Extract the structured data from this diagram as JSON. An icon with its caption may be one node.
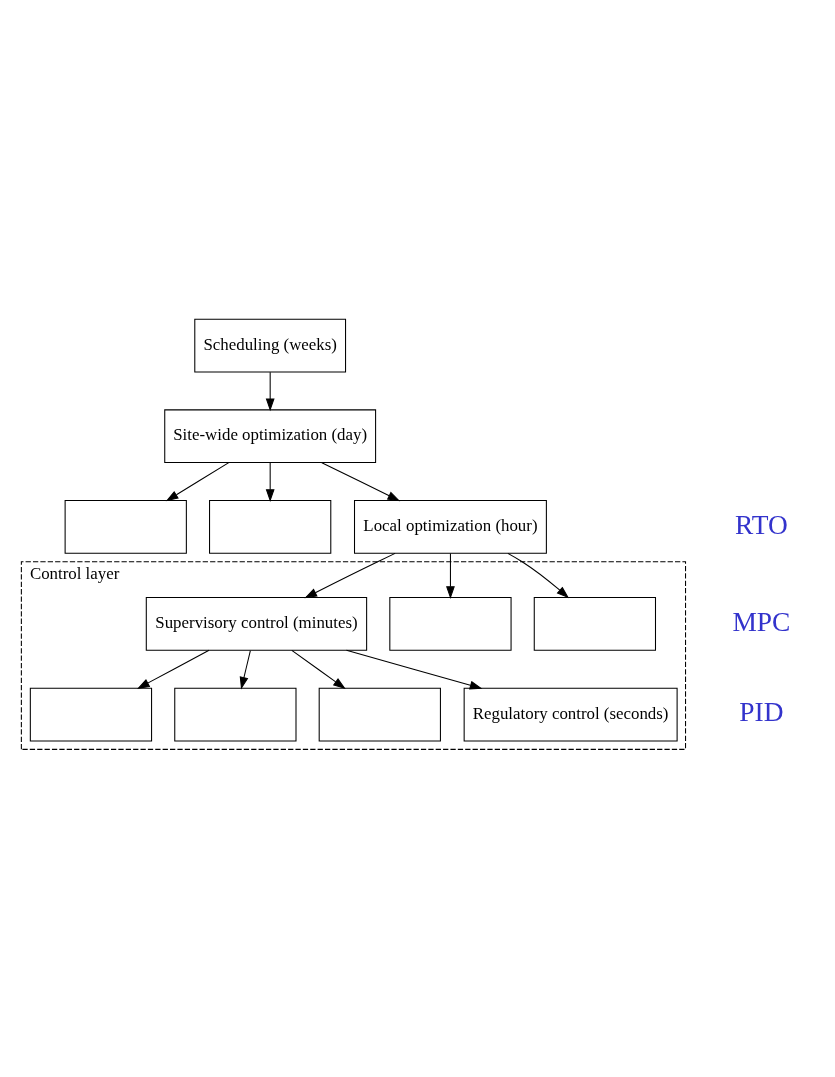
{
  "diagram": {
    "nodes": [
      {
        "text": [
          "Scheduling (weeks)"
        ]
      },
      {
        "text": [
          "Site-wide optimization (day)"
        ]
      },
      {
        "text": [],
        "shape": "box"
      },
      {
        "text": [],
        "shape": "box"
      },
      {
        "text": [
          "Local optimization (hour)"
        ]
      },
      {
        "text": [
          "Control layer"
        ]
      },
      {
        "text": [],
        "shape": "box",
        "in": 5
      },
      {
        "text": [],
        "shape": "box",
        "in": 5
      },
      {
        "text": [
          "Supervisory control (minutes)"
        ],
        "in": 5
      },
      {
        "text": [],
        "shape": "box",
        "in": 5
      },
      {
        "text": [],
        "shape": "box",
        "in": 5
      },
      {
        "text": [],
        "shape": "box",
        "in": 5
      },
      {
        "text": [
          "Regulatory control (seconds)"
        ],
        "in": 5
      }
    ],
    "edges": [
      {
        "from": 0,
        "to": 1,
        "arrow": "to"
      },
      {
        "from": 1,
        "to": 2,
        "arrow": "to"
      },
      {
        "from": 1,
        "to": 3,
        "arrow": "to"
      },
      {
        "from": 1,
        "to": 4,
        "arrow": "to"
      },
      {
        "from": 4,
        "to": 6,
        "arrow": "to"
      },
      {
        "from": 4,
        "to": 7,
        "arrow": "to"
      },
      {
        "from": 4,
        "to": 8,
        "arrow": "to"
      },
      {
        "from": 8,
        "to": 9,
        "arrow": "to"
      },
      {
        "from": 8,
        "to": 10,
        "arrow": "to"
      },
      {
        "from": 8,
        "to": 11,
        "arrow": "to"
      },
      {
        "from": 8,
        "to": 12,
        "arrow": "to"
      }
    ],
    "labels": [
      "RTO",
      "MPC",
      "PID"
    ]
  }
}
